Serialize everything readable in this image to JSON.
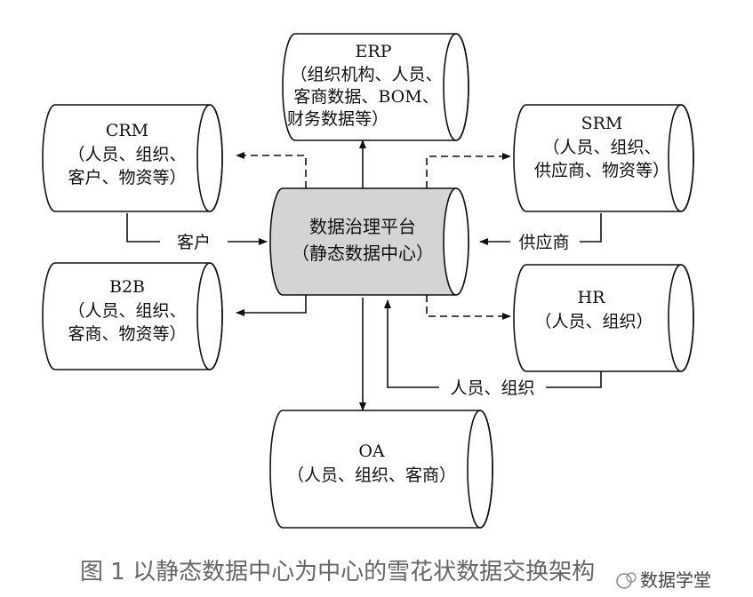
{
  "nodes": {
    "erp": {
      "title": "ERP",
      "lines": [
        "（组织机构、人员、",
        "客商数据、BOM、",
        "财务数据等）"
      ]
    },
    "crm": {
      "title": "CRM",
      "lines": [
        "（人员、组织、",
        "客户、物资等）"
      ]
    },
    "srm": {
      "title": "SRM",
      "lines": [
        "（人员、组织、",
        "供应商、物资等）"
      ]
    },
    "center": {
      "title": "数据治理平台",
      "lines": [
        "（静态数据中心）"
      ]
    },
    "b2b": {
      "title": "B2B",
      "lines": [
        "（人员、组织、",
        "客商、物资等）"
      ]
    },
    "hr": {
      "title": "HR",
      "lines": [
        "（人员、组织）"
      ]
    },
    "oa": {
      "title": "OA",
      "lines": [
        "（人员、组织、客商）"
      ]
    }
  },
  "edge_labels": {
    "customer": "客户",
    "supplier": "供应商",
    "personnel_org": "人员、组织"
  },
  "caption": "图 1 以静态数据中心为中心的雪花状数据交换架构",
  "watermark": "数据学堂",
  "colors": {
    "center_fill": "#d4d4d4",
    "line": "#111111",
    "caption": "#666666"
  }
}
